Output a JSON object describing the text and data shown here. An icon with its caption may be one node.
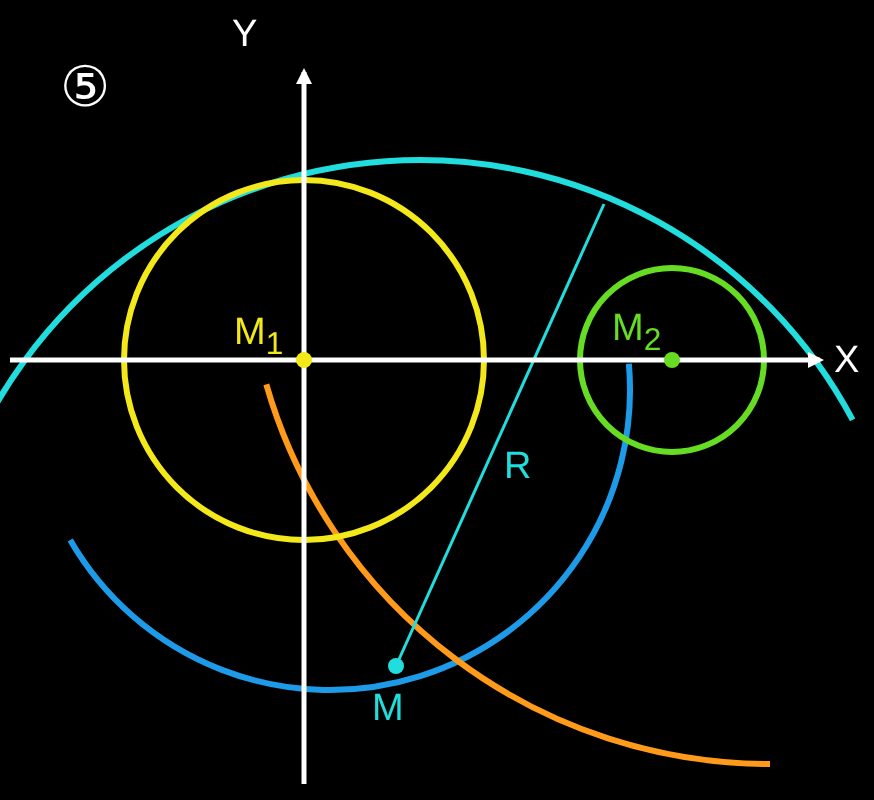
{
  "diagram": {
    "labels": [
      "⑤",
      "Y",
      "M$_{1}$",
      "M$_{2}$",
      "X",
      "R",
      "M"
    ]
  }
}
